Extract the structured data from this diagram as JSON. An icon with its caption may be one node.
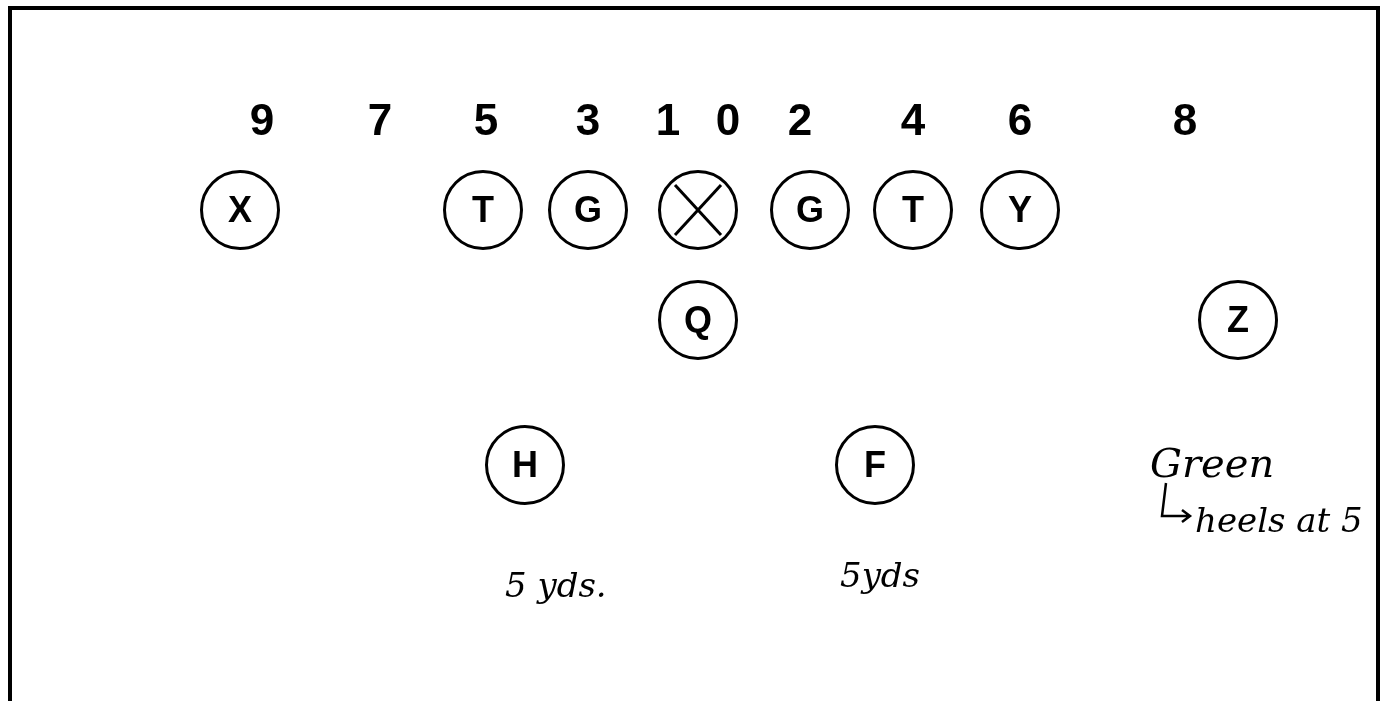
{
  "diagram": {
    "nodes": [
      {
        "text": [
          "X"
        ]
      },
      {
        "text": [
          "T"
        ]
      },
      {
        "text": [
          "G"
        ]
      },
      {
        "text": [],
        "shape": "circle"
      },
      {
        "text": [
          "G"
        ]
      },
      {
        "text": [
          "T"
        ]
      },
      {
        "text": [
          "Y"
        ]
      },
      {
        "text": [
          "Q"
        ]
      },
      {
        "text": [
          "Z"
        ]
      },
      {
        "text": [
          "H"
        ],
        "beside": [
          "5 yds."
        ]
      },
      {
        "text": [
          "F"
        ],
        "beside": [
          "5yds"
        ]
      }
    ],
    "edges": [],
    "labels": [
      "9",
      "7",
      "5",
      "3",
      "1",
      "0",
      "2",
      "4",
      "6",
      "8",
      "Green",
      "heels at 5"
    ]
  }
}
